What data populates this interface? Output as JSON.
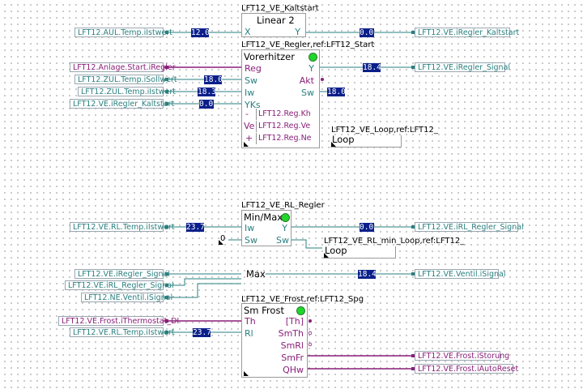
{
  "blocks": {
    "linear": {
      "name": "LFT12_VE_Kaltstart",
      "title": "Linear 2",
      "in": [
        "X"
      ],
      "out": [
        "Y"
      ]
    },
    "regler": {
      "name": "LFT12_VE_Regler,ref:LFT12_Start",
      "title": "Vorerhitzer",
      "in": [
        "Reg",
        "Sw",
        "Iw",
        "YKs"
      ],
      "out": [
        "Y",
        "Akt",
        "Sw"
      ],
      "param_signs": [
        "-",
        "Ve",
        "+"
      ],
      "params": [
        "LFT12.Reg.Kh",
        "LFT12.Reg.Ve",
        "LFT12.Reg.Ne"
      ]
    },
    "loop1": {
      "name": "LFT12_VE_Loop,ref:LFT12_",
      "text": "Loop"
    },
    "minmax": {
      "name": "LFT12_VE_RL_Regler",
      "title": "Min/Max",
      "in": [
        "Iw",
        "Sw"
      ],
      "out": [
        "Y",
        "Sw"
      ],
      "const": "0"
    },
    "loop2": {
      "name": "LFT12_VE_RL_min_Loop,ref:LFT12_",
      "text": "Loop"
    },
    "max": {
      "title": "Max"
    },
    "frost": {
      "name": "LFT12_VE_Frost,ref:LFT12_Spg",
      "title": "Sm Frost",
      "in": [
        "Th",
        "Rl"
      ],
      "out": [
        "[Th]",
        "SmTh",
        "SmRl",
        "SmFr",
        "QHw"
      ]
    }
  },
  "inputs": [
    "LFT12.AUL.Temp.iIstwert",
    "LFT12.Anlage.Start.iRegler",
    "LFT12.ZUL.Temp.iSollwert",
    "LFT12.ZUL.Temp.iIstwert",
    "LFT12.VE.iRegler_Kaltstart",
    "LFT12.VE.RL.Temp.iIstwert",
    "LFT12.VE.iRegler_Signal",
    "LFT12.VE.iRL_Regler_Signal",
    "LFT12.NE.Ventil.iSignal",
    "LFT12.VE.Frost.iThermostat_DI",
    "LFT12.VE.RL.Temp.iIstwert"
  ],
  "outputs": [
    "LFT12.VE.iRegler_Kaltstart",
    "LFT12.VE.iRegler_Signal",
    "LFT12.VE.iRL_Regler_Signal",
    "LFT12.VE.Ventil.iSignal",
    "LFT12.VE.Frost.iStorung",
    "LFT12.VE.Frost.iAutoReset"
  ],
  "values": {
    "aul": "12.0",
    "kaltstart_y": "0.0",
    "reg_y": "18.4",
    "sw": "18.0",
    "iw": "18.3",
    "yks": "0.0",
    "sw_out": "18.0",
    "rl_iw": "23.7",
    "rl_y": "0.0",
    "max_out": "18.4",
    "frost_rl": "23.7"
  },
  "colors": {
    "analog": "#2a7f7f",
    "digital": "#8a1f7a",
    "value_bg": "#0a1f8a",
    "lamp": "#1fd62a"
  }
}
